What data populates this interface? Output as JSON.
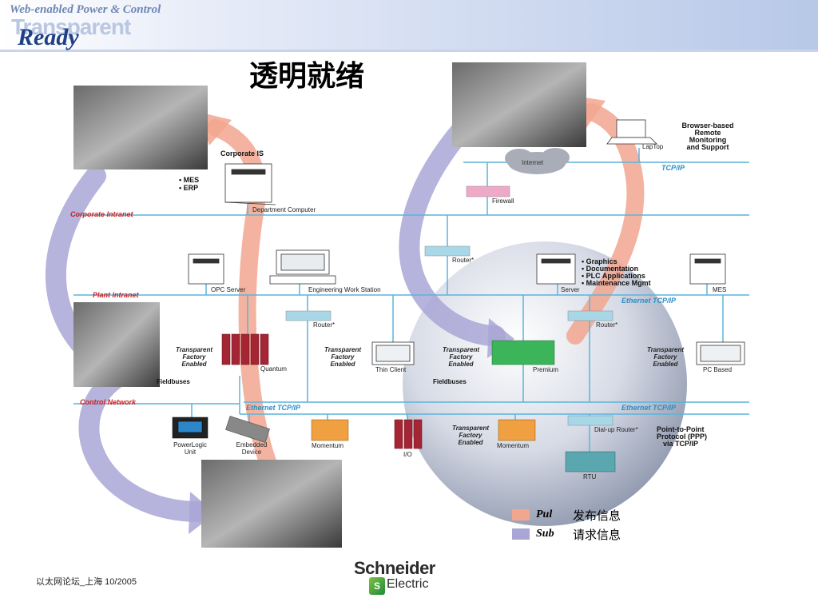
{
  "header": {
    "tagline": "Web-enabled Power & Control",
    "brand_bg": "Transparent",
    "brand_word": "Ready"
  },
  "title": "透明就绪",
  "networks": {
    "corporate_intranet": "Corporate Intranet",
    "plant_intranet": "Plant Intranet",
    "control_network": "Control Network",
    "tcp_ip": "TCP/IP",
    "ethernet_1": "Ethernet  TCP/IP",
    "ethernet_2": "Ethernet  TCP/IP",
    "ethernet_3": "Ethernet  TCP/IP"
  },
  "labels": {
    "corporate_is": "Corporate IS",
    "mes_item": "• MES",
    "erp_item": "• ERP",
    "department_computer": "Department Computer",
    "internet": "Internet",
    "firewall": "Firewall",
    "laptop": "LapTop",
    "browser_1": "Browser-based",
    "browser_2": "Remote",
    "browser_3": "Monitoring",
    "browser_4": "and Support",
    "opc_server": "OPC Server",
    "engineering_ws": "Engineering Work Station",
    "router_1": "Router*",
    "router_2": "Router*",
    "router_3": "Router*",
    "server": "Server",
    "graphics": "• Graphics",
    "documentation": "• Documentation",
    "plc_apps": "• PLC Applications",
    "maint_mgmt": "• Maintenance Mgmt",
    "mes": "MES",
    "quantum": "Quantum",
    "fieldbuses_1": "Fieldbuses",
    "fieldbuses_2": "Fieldbuses",
    "thin_client": "Thin Client",
    "premium": "Premium",
    "pc_based": "PC Based",
    "powerlogic": "PowerLogic",
    "powerlogic_2": "Unit",
    "embedded": "Embedded",
    "embedded_2": "Device",
    "momentum_1": "Momentum",
    "momentum_2": "Momentum",
    "io": "I/O",
    "dialup_router": "Dial-up Router*",
    "ppp_1": "Point-to-Point",
    "ppp_2": "Protocol (PPP)",
    "ppp_3": "via TCP/IP",
    "rtu": "RTU",
    "tfe_l1": "Transparent",
    "tfe_l2": "Factory",
    "tfe_l3": "Enabled"
  },
  "legend": {
    "pull_word": "Pul",
    "pull_text": "发布信息",
    "sub_word": "Sub",
    "sub_text": "请求信息",
    "pull_color": "#f2a68f",
    "sub_color": "#a9a6d6"
  },
  "colors": {
    "network_line": "#5ab4dc",
    "router_box": "#a8d8e8",
    "firewall_box": "#f0a8c8",
    "red_label": "#cc2222",
    "blue_label": "#2b8fc4"
  },
  "footer": {
    "text": "以太网论坛_上海  10/2005"
  },
  "logo": {
    "line1": "Schneider",
    "line2": "Electric"
  }
}
